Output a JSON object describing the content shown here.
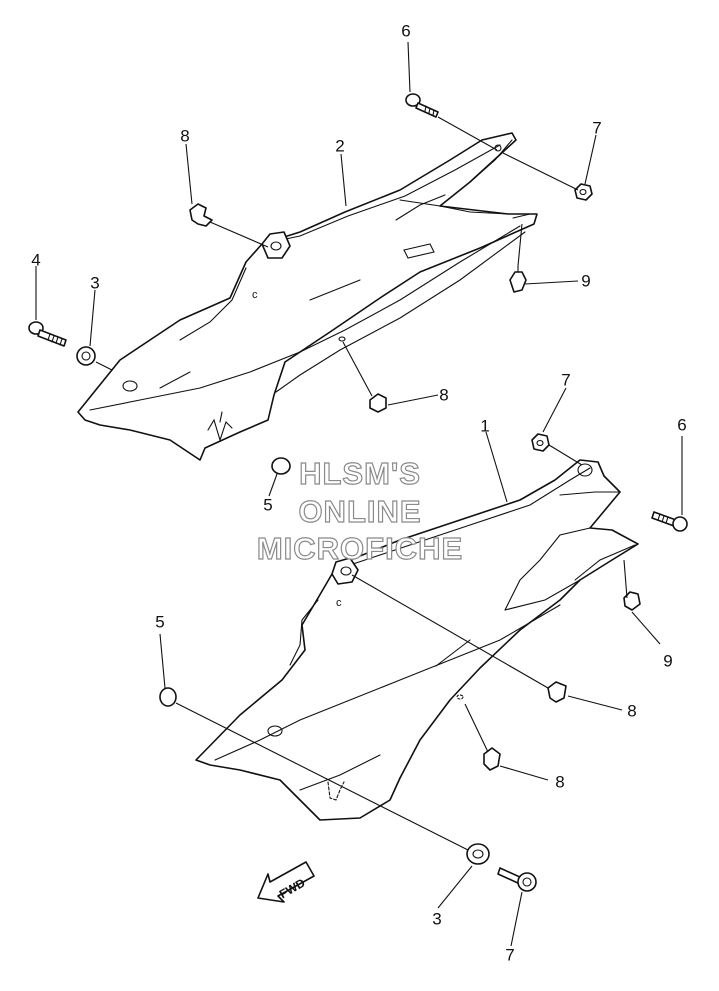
{
  "diagram": {
    "callouts": {
      "upper_cover": "2",
      "upper_bolt_top": "6",
      "upper_nut_top": "7",
      "upper_clip_left": "8",
      "upper_bolt_left": "4",
      "upper_grommet_left": "3",
      "upper_clip_right": "9",
      "upper_clip_bottom": "8",
      "upper_grommet_bottom": "5",
      "lower_cover": "1",
      "lower_nut_top": "7",
      "lower_bolt_right": "6",
      "lower_clip_right": "9",
      "lower_grommet_left": "5",
      "lower_clip_mid": "8",
      "lower_clip_bottom": "8",
      "lower_grommet_bottom": "3",
      "lower_bolt_bottom": "7"
    },
    "fwd_label": "FWD",
    "watermark": {
      "line1": "HLSM'S",
      "line2": "ONLINE",
      "line3": "MICROFICHE"
    }
  }
}
